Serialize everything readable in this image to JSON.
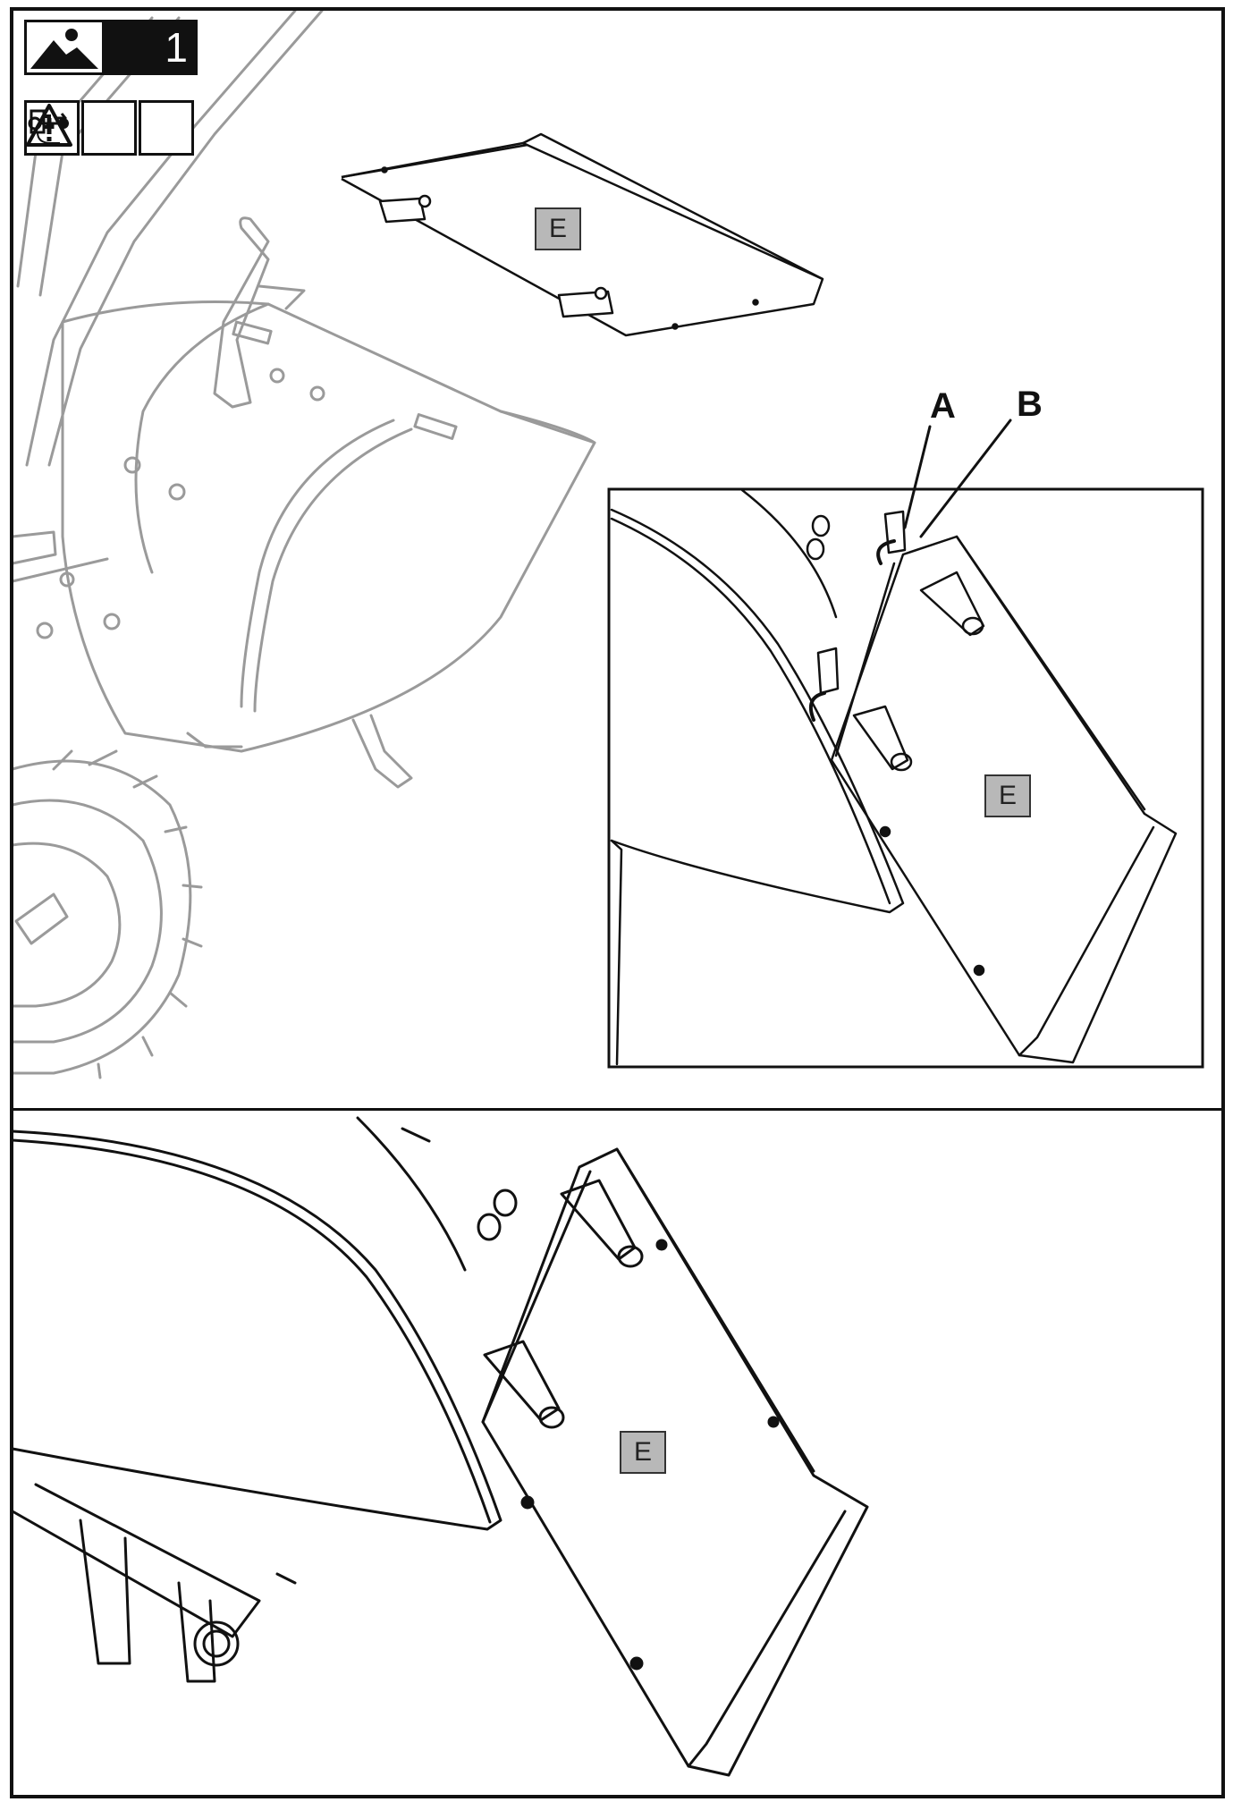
{
  "header": {
    "figure_number": "1",
    "icons": [
      "image-icon",
      "warning-icon",
      "unplug-icon",
      "key-icon"
    ]
  },
  "labels": {
    "top_cover": "E",
    "detail_cover": "E",
    "bottom_cover": "E",
    "callout_a": "A",
    "callout_b": "B"
  }
}
